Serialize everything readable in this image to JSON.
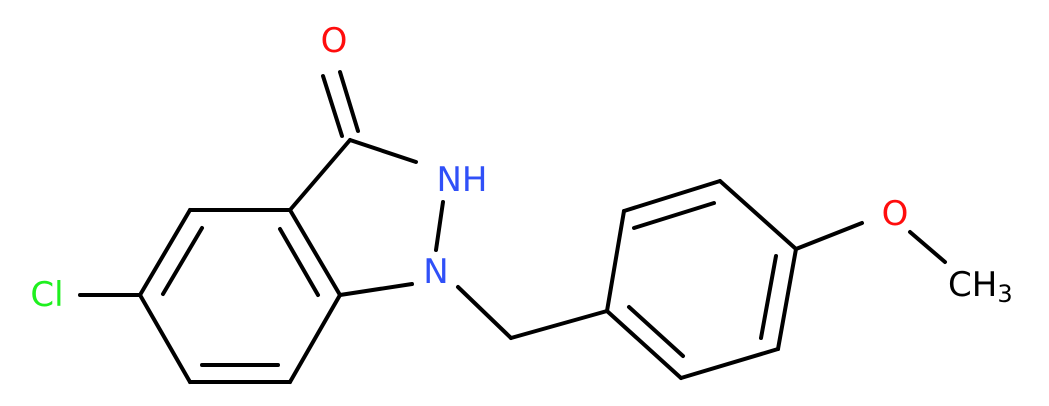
{
  "molecule": {
    "atoms": {
      "oxygen_carbonyl": {
        "text": "O",
        "color": "#ff0d0d"
      },
      "nitrogen_nh": {
        "text": "NH",
        "color": "#3050f8"
      },
      "nitrogen_n1": {
        "text": "N",
        "color": "#3050f8"
      },
      "chlorine": {
        "text": "Cl",
        "color": "#1ff01f"
      },
      "oxygen_methoxy": {
        "text": "O",
        "color": "#ff0d0d"
      },
      "methyl": {
        "text": "CH",
        "subscript": "3",
        "color": "#000000"
      }
    }
  }
}
